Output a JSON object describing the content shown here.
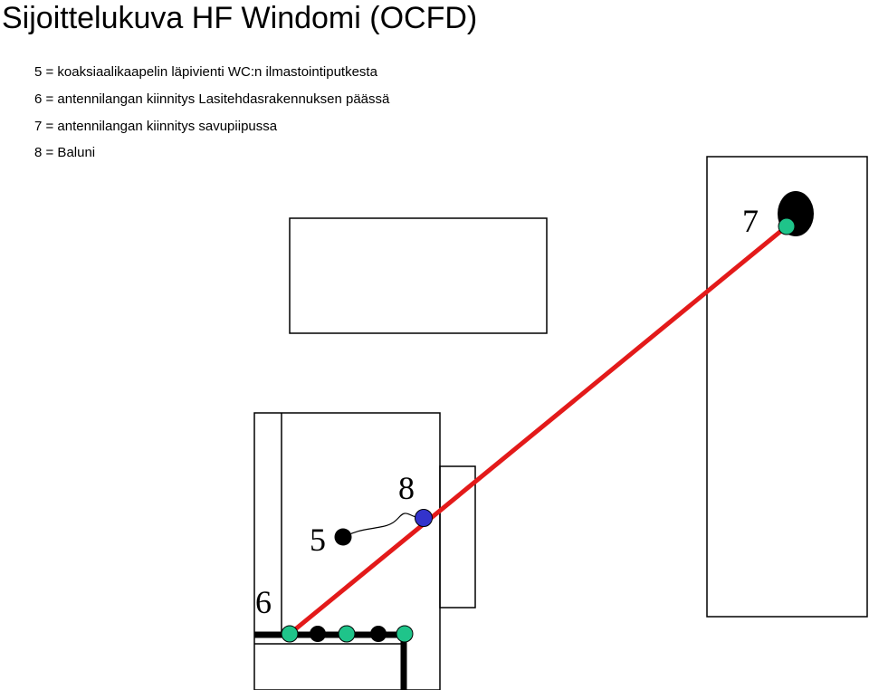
{
  "title": "Sijoittelukuva HF Windomi (OCFD)",
  "legend": [
    "5 = koaksiaalikaapelin läpivienti WC:n ilmastointiputkesta",
    "6 = antennilangan kiinnitys Lasitehdasrakennuksen päässä",
    "7 = antennilangan kiinnitys savupiipussa",
    "8 = Baluni"
  ],
  "labels": {
    "n5": "5",
    "n6": "6",
    "n7": "7",
    "n8": "8"
  },
  "colors": {
    "antenna_wire": "#e31a1a",
    "attachment_point": "#1fc48a",
    "balun": "#3333cc",
    "feedthrough": "#000000",
    "outline": "#000000"
  }
}
